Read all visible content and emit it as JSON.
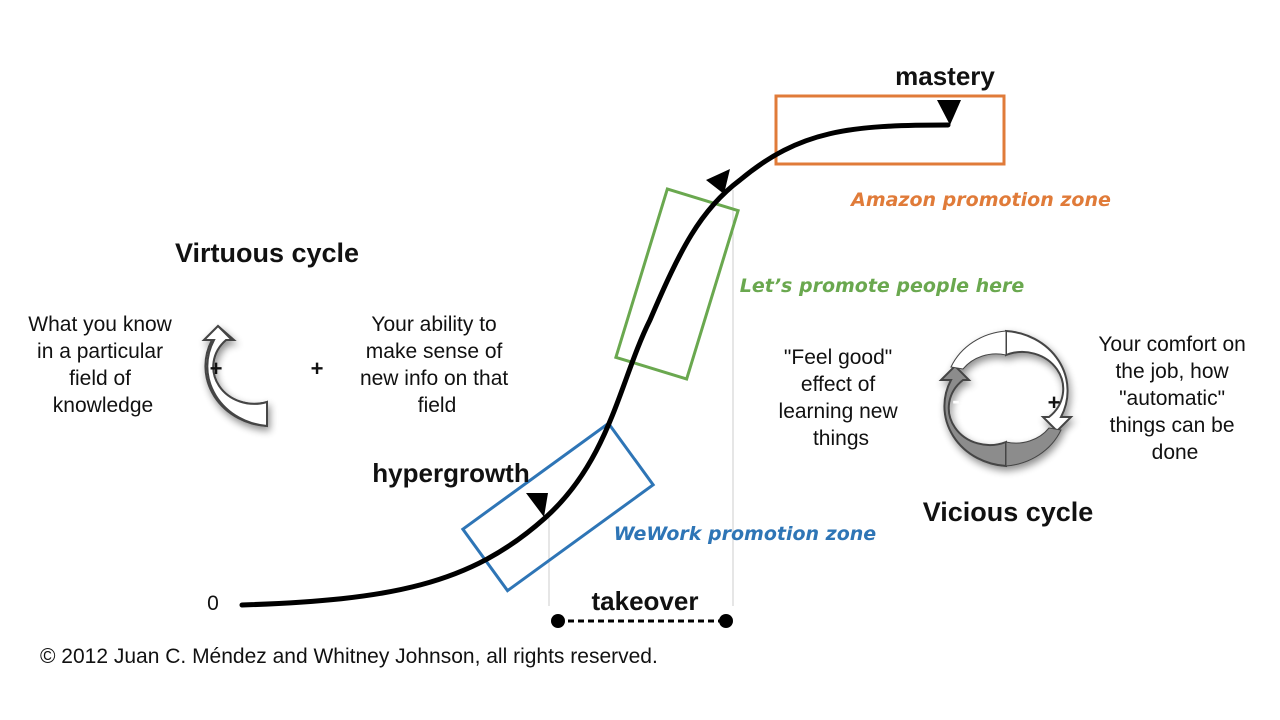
{
  "labels": {
    "origin": "0",
    "mastery": "mastery",
    "hypergrowth": "hypergrowth",
    "takeover": "takeover",
    "copyright": "© 2012 Juan C. Méndez and Whitney Johnson, all rights reserved."
  },
  "zones": {
    "amazon": {
      "label": "Amazon promotion zone",
      "color": "#e07b39"
    },
    "promote": {
      "label": "Let’s promote people here",
      "color": "#6aa84f"
    },
    "wework": {
      "label": "WeWork promotion zone",
      "color": "#2e75b6"
    }
  },
  "virtuous_cycle": {
    "title": "Virtuous cycle",
    "left_text": [
      "What you know",
      "in a particular",
      "field of",
      "knowledge"
    ],
    "right_text": [
      "Your ability to",
      "make sense of",
      "new info on that",
      "field"
    ],
    "left_sign": "+",
    "right_sign": "+"
  },
  "vicious_cycle": {
    "title": "Vicious cycle",
    "left_text": [
      "\"Feel good\"",
      "effect of",
      "learning new",
      "things"
    ],
    "right_text": [
      "Your comfort on",
      "the job, how",
      "\"automatic\"",
      "things can be",
      "done"
    ],
    "left_sign": "-",
    "right_sign": "+",
    "fill_color": "#8c8c8c"
  }
}
